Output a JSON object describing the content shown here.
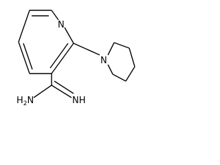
{
  "molecule": {
    "atoms": {
      "pyridine_n": "N",
      "piperidine_n": "N",
      "amine_h": "H",
      "amine_h_count": "2",
      "amine_n": "N",
      "imine_label": "NH"
    },
    "colors": {
      "ink": "#000000",
      "background": "#ffffff"
    }
  }
}
